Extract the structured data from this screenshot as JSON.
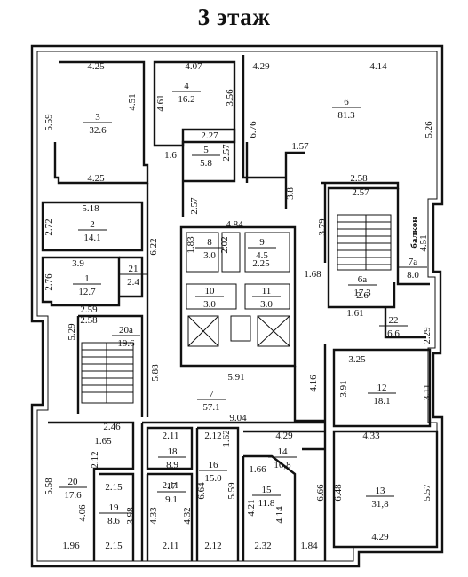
{
  "title": "3 этаж",
  "rooms": [
    {
      "n": "3",
      "a": "32.6"
    },
    {
      "n": "4",
      "a": "16.2"
    },
    {
      "n": "6",
      "a": "81.3"
    },
    {
      "n": "5",
      "a": "5.8"
    },
    {
      "n": "2",
      "a": "14.1"
    },
    {
      "n": "1",
      "a": "12.7"
    },
    {
      "n": "21",
      "a": "2.4"
    },
    {
      "n": "8",
      "a": "3.0"
    },
    {
      "n": "9",
      "a": "4.5"
    },
    {
      "n": "10",
      "a": "3.0"
    },
    {
      "n": "11",
      "a": "3.0"
    },
    {
      "n": "6a",
      "a": "17.3"
    },
    {
      "n": "7a",
      "a": "8.0"
    },
    {
      "n": "22",
      "a": "6.6"
    },
    {
      "n": "20a",
      "a": "19.6"
    },
    {
      "n": "7",
      "a": "57.1"
    },
    {
      "n": "12",
      "a": "18.1"
    },
    {
      "n": "14",
      "a": "16,8"
    },
    {
      "n": "18",
      "a": "8.9"
    },
    {
      "n": "16",
      "a": "15.0"
    },
    {
      "n": "15",
      "a": "11.8"
    },
    {
      "n": "20",
      "a": "17.6"
    },
    {
      "n": "17",
      "a": "9.1"
    },
    {
      "n": "19",
      "a": "8.6"
    },
    {
      "n": "13",
      "a": "31,8"
    }
  ],
  "balcony_label": "балкон",
  "dimensions": [
    "4.25",
    "5.59",
    "4.51",
    "4.25",
    "4.07",
    "4.61",
    "3.56",
    "4.29",
    "4.14",
    "6.76",
    "5.26",
    "2.27",
    "2.57",
    "1.6",
    "1.57",
    "3.8",
    "2.58",
    "2.57",
    "5.18",
    "2.72",
    "2.57",
    "4.84",
    "6.22",
    "1.83",
    "2.02",
    "2.25",
    "3.79",
    "4.51",
    "3.9",
    "2.76",
    "1.68",
    "2.6",
    "1.61",
    "2.59",
    "2.58",
    "5.29",
    "5.88",
    "5.91",
    "4.16",
    "3.25",
    "3.91",
    "3.11",
    "2.29",
    "9.04",
    "2.46",
    "1.65",
    "2.11",
    "2.12",
    "1.62",
    "4.29",
    "4.33",
    "2.12",
    "1.66",
    "5.58",
    "2.15",
    "2.11",
    "6.64",
    "5.59",
    "4.21",
    "6.66",
    "6.48",
    "5.57",
    "4.06",
    "3.98",
    "4.33",
    "4.32",
    "4.14",
    "1.96",
    "2.15",
    "2.11",
    "2.12",
    "2.32",
    "1.84",
    "4.29"
  ]
}
